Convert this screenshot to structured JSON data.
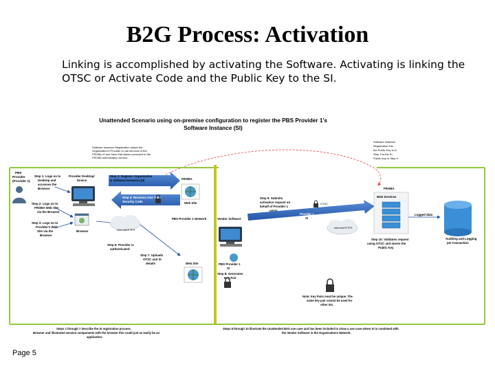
{
  "title": "B2G Process: Activation",
  "subtitle": "Linking is accomplished by activating the Software. Activating is linking the OTSC or Activate Code and the Public Key to the SI.",
  "page_number": "Page 5",
  "diagram": {
    "heading_line1": "Unattended Scenario using on-premise configuration to register the PBS Provider 1's",
    "heading_line2": "Software Instance (SI)",
    "note_top": [
      "Software Instance Registration allows the",
      "Organization's Provider to call services in the",
      "FROBA UI and have that status conveyed to the",
      "FROBA authorization service."
    ],
    "note_right": [
      "Software Instance",
      "Registration info",
      "the Public Key is in",
      "Step 3 to the SI",
      "Public Key in Step 9"
    ],
    "pbs_provider": [
      "PBS",
      "Provider",
      "(Provider 1)"
    ],
    "step1": [
      "Step 1: Logs on to",
      "Desktop and",
      "accesses the",
      "Browser"
    ],
    "step2": [
      "Step 2: Logs on to",
      "FROBA Web Site",
      "via the Browser"
    ],
    "step3": [
      "Step 3: Logs on to",
      "Provider's Web",
      "Site via the",
      "Browser"
    ],
    "desktop_device": [
      "Provider Desktop/",
      "Device"
    ],
    "browser": "Browser",
    "internet_left": "Internet/HTTPS",
    "internet_right": "Internet/HTTPS",
    "step_register": [
      "Step 3: Register Organization",
      "& Software Instance (SI)"
    ],
    "step_otsc": [
      "Step 4: Receives One Time",
      "Security Code"
    ],
    "froba_left": "FROBA",
    "web_site_top": "Web Site",
    "pbs_network": "PBS Provider 1 Network",
    "vendor_software": "Vendor Software",
    "step6": [
      "Step 6: Provider is",
      "authenticated"
    ],
    "step7": [
      "Step 7: Uploads",
      "OTSC and SI",
      "details"
    ],
    "web_site_mid": "Web Site",
    "pbs_provider_si": [
      "PBS Provider 1",
      "SI"
    ],
    "step8": [
      "Step 8: Generates",
      "Key Pair"
    ],
    "step9": [
      "Step 9: Submits",
      "activation request on",
      "behalf of Provider 1",
      "using"
    ],
    "otsc_label": "OTSC",
    "provider_si_label": [
      "Provider 1",
      "SI"
    ],
    "froba_right": "FROBA",
    "web_services": "Web Services",
    "logged_data": "Logged data",
    "step10": [
      "Step 10: Validates request",
      "using OTSC and stores the",
      "Public Key"
    ],
    "auditing": [
      "Auditing and Logging",
      "per transaction"
    ],
    "note_bottom": [
      "Note: Key Pairs must be unique. The",
      "same key pair cannot be used for",
      "other SIs."
    ],
    "footer_left": [
      "Steps 1 through 7 describe the SI registration process.",
      "Browser and illustrated session components with the browser this could just as easily be an",
      "application."
    ],
    "footer_right": [
      "Steps 8 through 10 illustrate the Unattended B2G use case and has been included to show a use case where SI is combined with",
      "the Vendor Software in the Organizations Network."
    ],
    "colors": {
      "green": "#92c83e",
      "arrow_blue": "#1f4e9a",
      "dash_red": "#e33d3d",
      "yellow_bar": "#c9c31f",
      "server_blue": "#3a8fd6"
    }
  }
}
